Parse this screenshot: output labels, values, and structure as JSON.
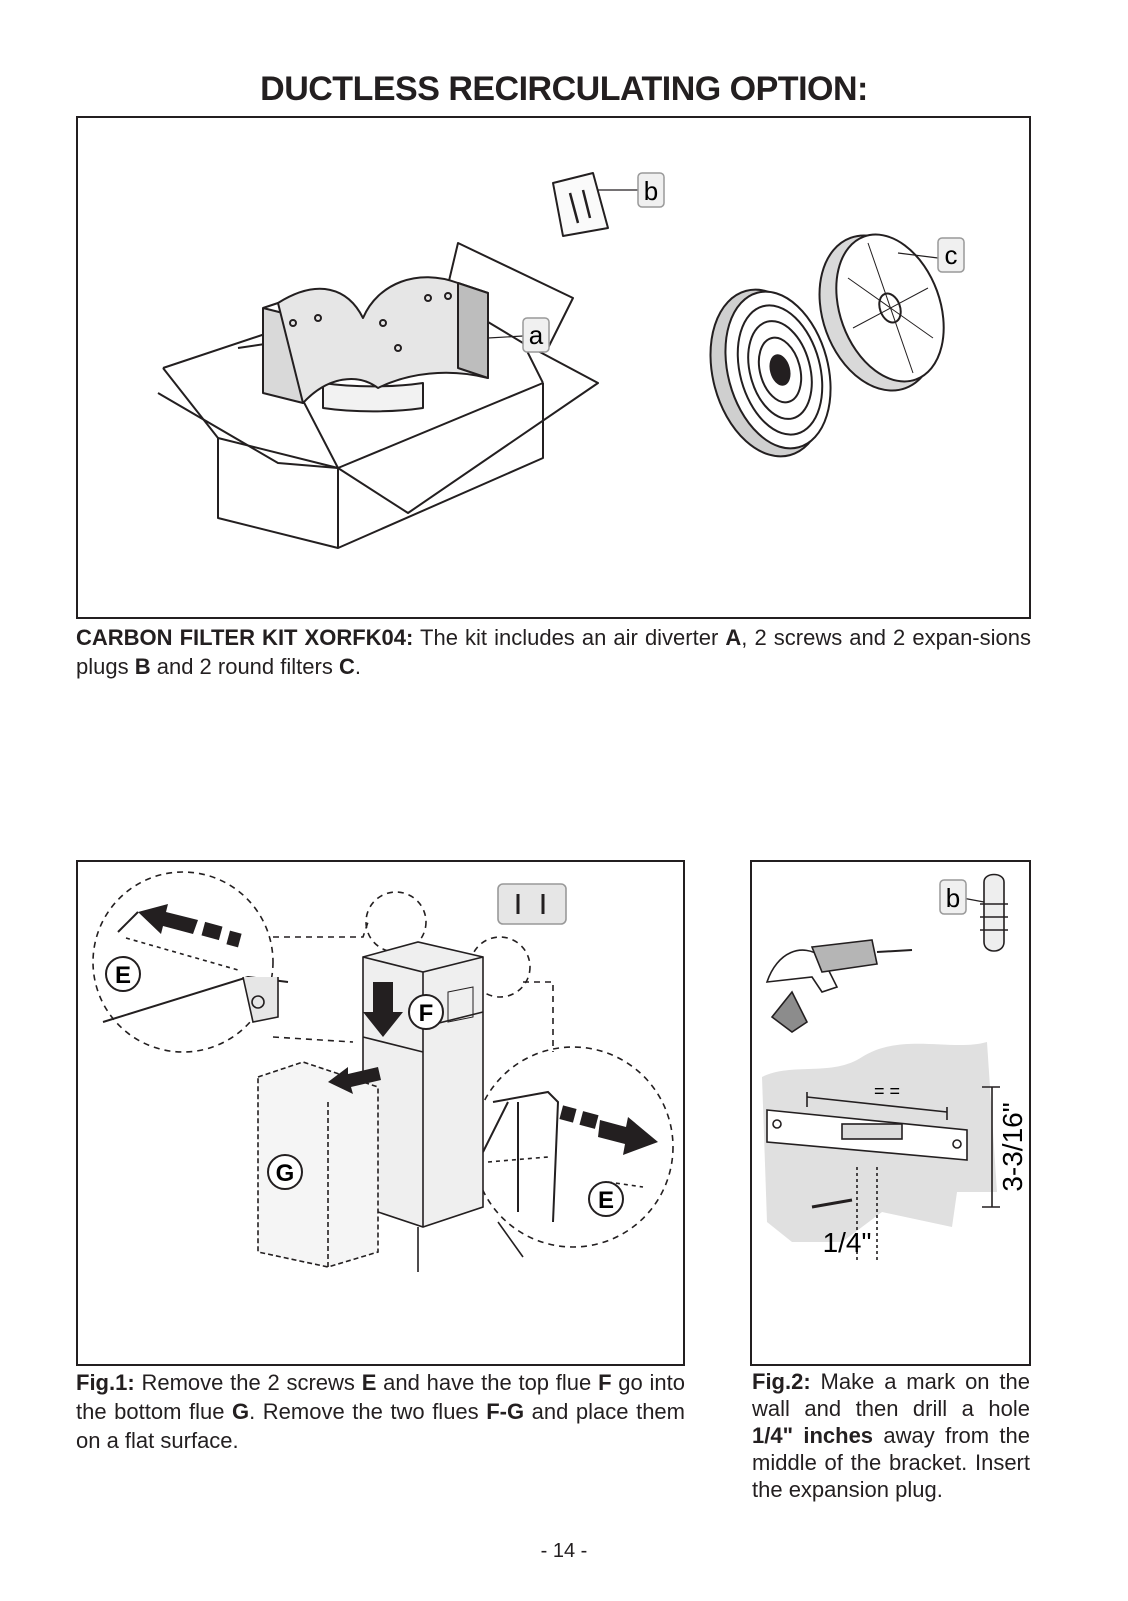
{
  "page_title": "DUCTLESS RECIRCULATING OPTION:",
  "kit": {
    "lead": "CARBON FILTER KIT XORFK04:",
    "t1": " The kit includes an air diverter ",
    "a": "A",
    "t2": ", 2 screws and 2 expan-sions plugs ",
    "b": "B",
    "t3": " and 2 round filters ",
    "c": "C",
    "t4": ".",
    "labels": {
      "a": "a",
      "b": "b",
      "c": "c"
    }
  },
  "fig1": {
    "lead": "Fig.1:",
    "t1": " Remove the 2 screws ",
    "e": "E",
    "t2": " and have the top flue ",
    "f": "F",
    "t3": " go into the bottom flue ",
    "g": "G",
    "t4": ". Remove the two flues ",
    "fg": "F-G",
    "t5": " and place them on a flat surface.",
    "labels": {
      "e": "E",
      "f": "F",
      "g": "G"
    }
  },
  "fig2": {
    "lead": "Fig.2:",
    "t1": " Make a mark on the wall and then drill a hole ",
    "bold": "1/4\" inches",
    "t2": " away from the middle of the bracket. Insert the expansion plug.",
    "labels": {
      "b": "b",
      "dim_vertical": "3-3/16\"",
      "dim_horizontal": "1/4\"",
      "equal_mark": "= ="
    }
  },
  "page_number": "- 14 -"
}
